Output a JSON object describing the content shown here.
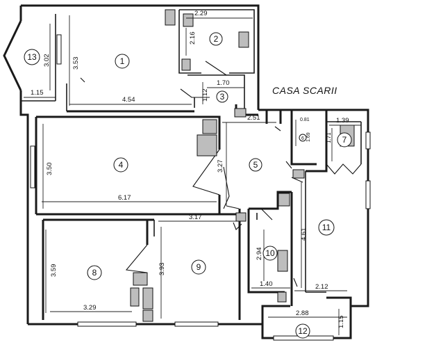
{
  "stair_label": "CASA SCARII",
  "rooms": [
    "1",
    "2",
    "3",
    "4",
    "5",
    "6",
    "7",
    "8",
    "9",
    "10",
    "11",
    "12",
    "13"
  ],
  "dimensions": {
    "d229": "2.29",
    "d216": "2.16",
    "d353": "3.53",
    "d302": "3.02",
    "d115a": "1.15",
    "d170": "1.70",
    "d112": "1.12",
    "d454": "4.54",
    "d251": "2.51",
    "d081": "0.81",
    "d169": "1.69",
    "d139": "1.39",
    "d171": "1.71",
    "d350": "3.50",
    "d327": "3.27",
    "d617": "6.17",
    "d317": "3.17",
    "d461": "4.61",
    "d294": "2.94",
    "d359": "3.59",
    "d393": "3.93",
    "d329": "3.29",
    "d140": "1.40",
    "d212": "2.12",
    "d288": "2.88",
    "d115b": "1.15"
  }
}
